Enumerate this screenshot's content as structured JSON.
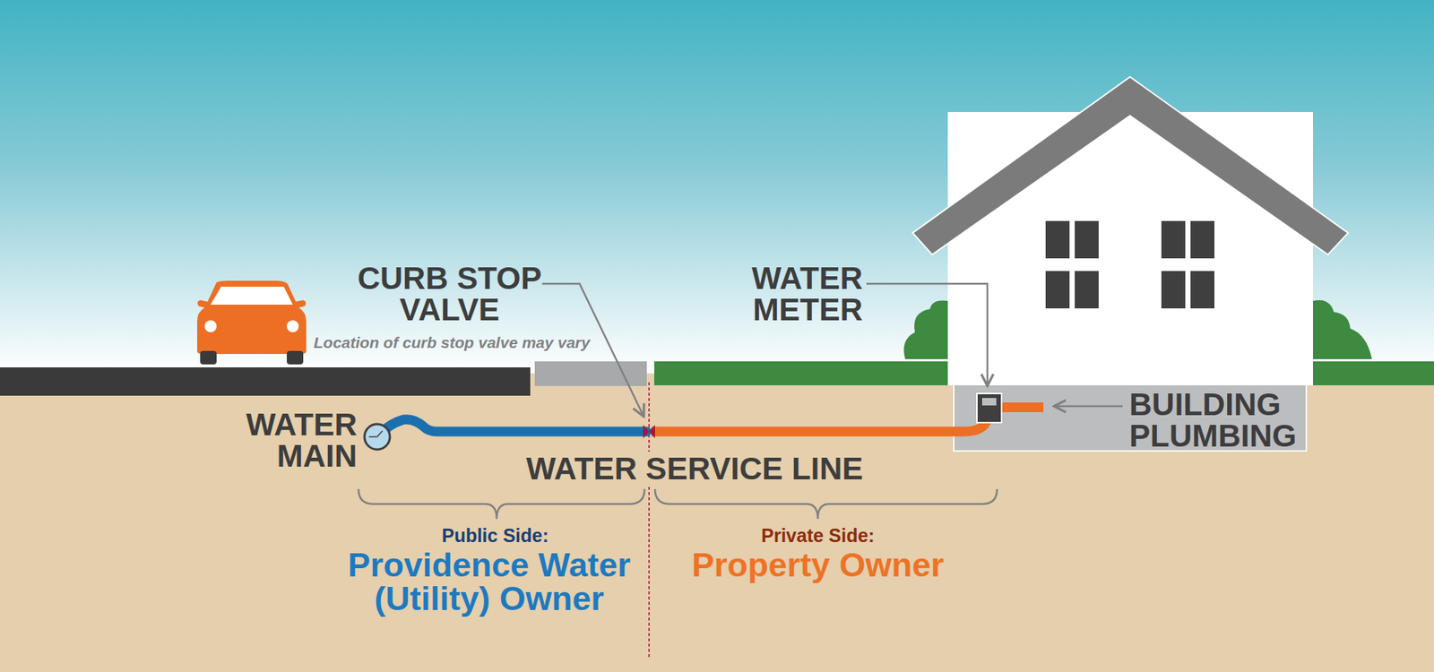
{
  "diagram": {
    "labels": [
      "CURB STOP VALVE",
      "Location of curb stop valve may vary",
      "WATER METER",
      "WATER MAIN",
      "BUILDING PLUMBING",
      "WATER SERVICE LINE",
      "Public Side:",
      "Providence Water (Utility) Owner",
      "Private Side:",
      "Property Owner"
    ]
  }
}
